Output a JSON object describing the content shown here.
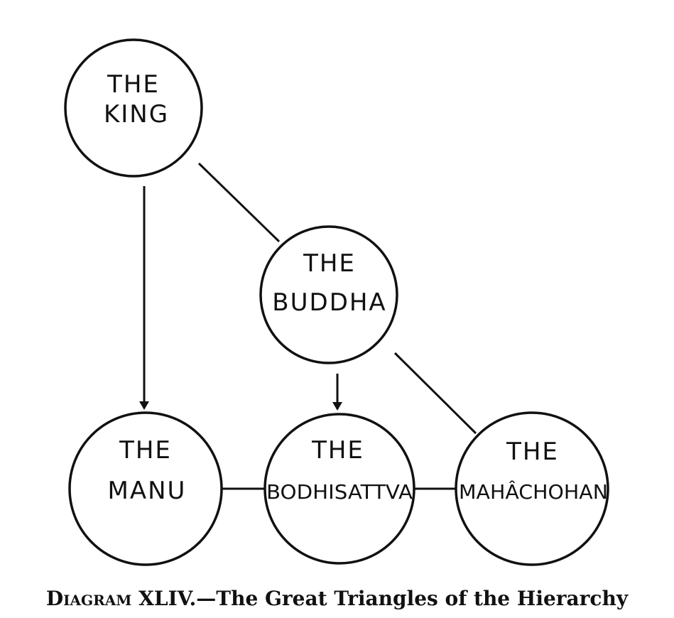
{
  "nodes": {
    "king": {
      "line1": "THE",
      "line2": "KING"
    },
    "buddha": {
      "line1": "THE",
      "line2": "BUDDHA"
    },
    "manu": {
      "line1": "THE",
      "line2": "MANU"
    },
    "bodhisattva": {
      "line1": "THE",
      "line2": "BODHISATTVA"
    },
    "mahachohan": {
      "line1": "THE",
      "line2": "MAHÂCHOHAN"
    }
  },
  "edges": [
    {
      "from": "king",
      "to": "buddha",
      "type": "line"
    },
    {
      "from": "king",
      "to": "manu",
      "type": "arrow"
    },
    {
      "from": "buddha",
      "to": "bodhisattva",
      "type": "arrow"
    },
    {
      "from": "buddha",
      "to": "mahachohan",
      "type": "line"
    },
    {
      "from": "manu",
      "to": "bodhisattva",
      "type": "line"
    },
    {
      "from": "bodhisattva",
      "to": "mahachohan",
      "type": "line"
    }
  ],
  "caption": {
    "label": "Diagram XLIV.",
    "text": "—The Great Triangles of the Hierarchy"
  }
}
